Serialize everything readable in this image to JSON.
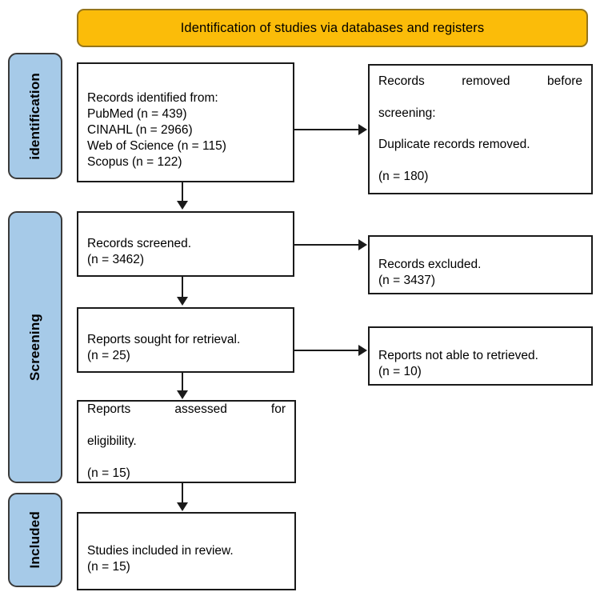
{
  "diagram": {
    "type": "prisma-flow-diagram",
    "header": {
      "title": "Identification of studies via databases and registers",
      "color": "#FBBC09"
    },
    "stages": [
      {
        "id": "identification",
        "label": "identification",
        "color": "#A6CAE8"
      },
      {
        "id": "screening",
        "label": "Screening",
        "color": "#A6CAE8"
      },
      {
        "id": "included",
        "label": "Included",
        "color": "#A6CAE8"
      }
    ],
    "boxes": {
      "identified": {
        "line1": "Records identified from:",
        "line2": "PubMed (n = 439)",
        "line3": "CINAHL (n = 2966)",
        "line4": "Web of Science (n = 115)",
        "line5": "Scopus (n = 122)"
      },
      "removed": {
        "line1": "Records removed before",
        "line2": "screening:",
        "line3": "Duplicate records removed.",
        "line4": "(n = 180)"
      },
      "screened": {
        "line1": "Records screened.",
        "line2": "(n = 3462)"
      },
      "excluded": {
        "line1": "Records excluded.",
        "line2": "(n = 3437)"
      },
      "sought": {
        "line1": "Reports sought for retrieval.",
        "line2": "(n = 25)"
      },
      "notretrieved": {
        "line1": "Reports not able to retrieved.",
        "line2": "(n = 10)"
      },
      "assessed": {
        "line1": "Reports assessed for",
        "line2": "eligibility.",
        "line3": "(n = 15)"
      },
      "included_studies": {
        "line1": "Studies included in review.",
        "line2": "(n = 15)"
      }
    },
    "counts": {
      "pubmed": 439,
      "cinahl": 2966,
      "web_of_science": 115,
      "scopus": 122,
      "duplicates_removed": 180,
      "records_screened": 3462,
      "records_excluded": 3437,
      "reports_sought": 25,
      "reports_not_retrieved": 10,
      "reports_assessed": 15,
      "studies_included": 15
    }
  }
}
